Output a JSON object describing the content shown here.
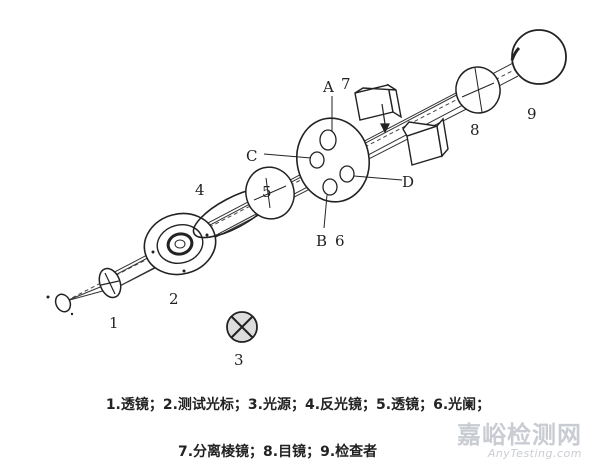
{
  "diagram": {
    "component_numbers": [
      "1",
      "2",
      "3",
      "4",
      "5",
      "6",
      "7",
      "8",
      "9"
    ],
    "aperture_letters": [
      "A",
      "B",
      "C",
      "D"
    ]
  },
  "caption": {
    "line1": "1.透镜；2.测试光标；3.光源；4.反光镜；5.透镜；6.光阑；",
    "line2": "7.分离棱镜；8.目镜；9.检查者"
  },
  "watermark": {
    "cn": "嘉峪检测网",
    "en": "AnyTesting.com"
  }
}
